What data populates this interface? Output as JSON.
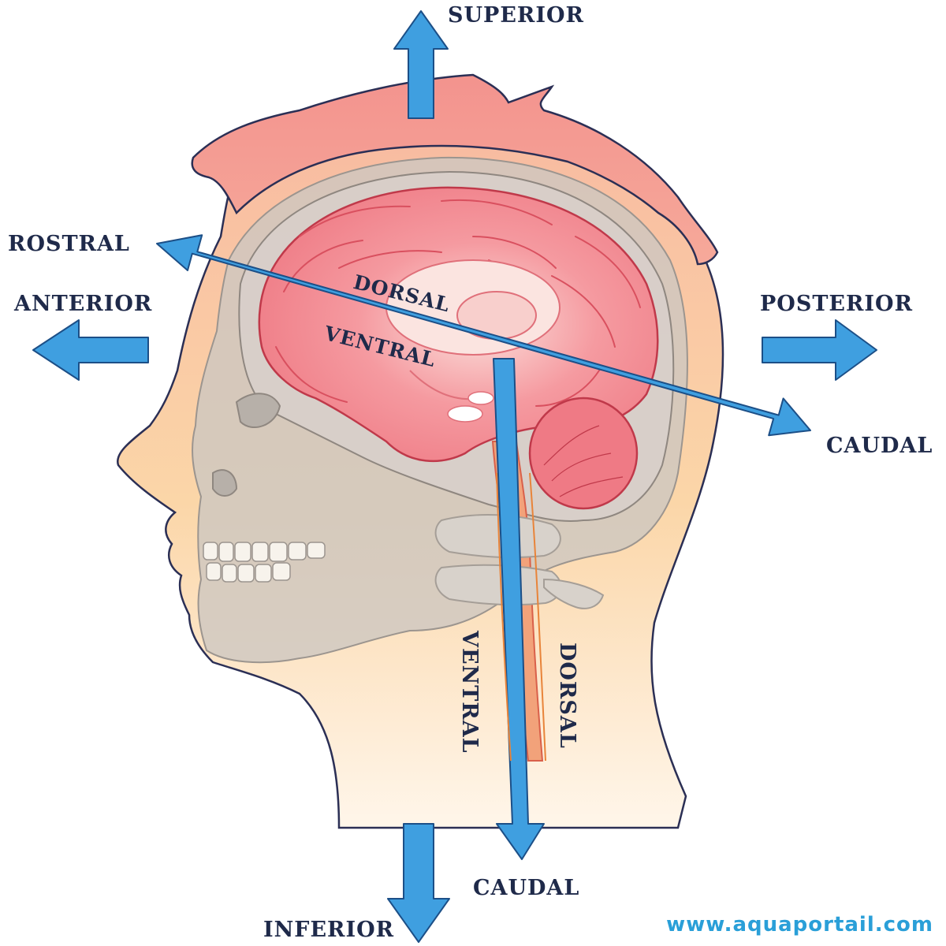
{
  "colors": {
    "arrow": "#3f9fe0",
    "arrow_edge": "#1c4f87",
    "hair": "#f29a92",
    "skin": "#f7c8a0",
    "brain": "#f07f88",
    "cerebellum": "#ee6f7a",
    "skull": "#cdc7c0",
    "label": "#1f2a4a",
    "watermark": "#2a9fd8"
  },
  "labels": {
    "superior": "SUPERIOR",
    "inferior": "INFERIOR",
    "anterior": "ANTERIOR",
    "posterior": "POSTERIOR",
    "rostral": "ROSTRAL",
    "caudal_right": "CAUDAL",
    "caudal_bottom": "CAUDAL",
    "dorsal_brain": "DORSAL",
    "ventral_brain": "VENTRAL",
    "ventral_spine": "VENTRAL",
    "dorsal_spine": "DORSAL"
  },
  "watermark": "www.aquaportail.com"
}
